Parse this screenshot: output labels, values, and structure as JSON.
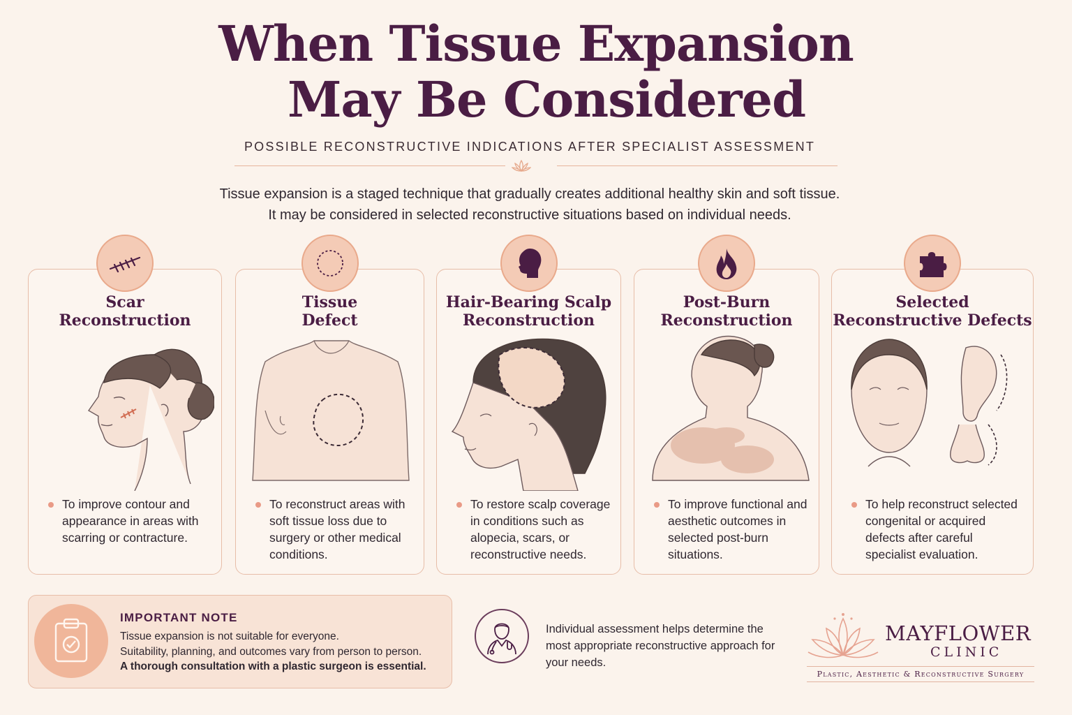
{
  "header": {
    "title_line1": "When Tissue Expansion",
    "title_line2": "May Be Considered",
    "subtitle": "POSSIBLE RECONSTRUCTIVE INDICATIONS AFTER SPECIALIST ASSESSMENT",
    "intro_line1": "Tissue expansion is a staged technique that gradually creates additional healthy skin and soft tissue.",
    "intro_line2": "It may be considered in selected reconstructive situations based on individual needs."
  },
  "cards": [
    {
      "title_line1": "Scar",
      "title_line2": "Reconstruction",
      "icon": "sutured-scar-icon",
      "text": "To improve contour and appearance in areas with scarring or contracture."
    },
    {
      "title_line1": "Tissue",
      "title_line2": "Defect",
      "icon": "dashed-circle-icon",
      "text": "To reconstruct areas with soft tissue loss due to surgery or other medical conditions."
    },
    {
      "title_line1": "Hair-Bearing Scalp",
      "title_line2": "Reconstruction",
      "icon": "head-silhouette-icon",
      "text": "To restore scalp coverage in conditions such as alopecia, scars, or reconstructive needs."
    },
    {
      "title_line1": "Post-Burn",
      "title_line2": "Reconstruction",
      "icon": "flame-icon",
      "text": "To improve functional and aesthetic outcomes in selected post-burn situations."
    },
    {
      "title_line1": "Selected",
      "title_line2": "Reconstructive Defects",
      "icon": "puzzle-piece-icon",
      "text": "To help reconstruct selected congenital or acquired defects after careful specialist evaluation."
    }
  ],
  "note": {
    "title": "IMPORTANT NOTE",
    "line1": "Tissue expansion is not suitable for everyone.",
    "line2": "Suitability, planning, and outcomes vary from person to person.",
    "line3": "A thorough consultation with a plastic surgeon is essential.",
    "icon": "clipboard-check-icon"
  },
  "assessment": {
    "icon": "doctor-icon",
    "text": "Individual assessment helps determine the most appropriate reconstructive approach for your needs."
  },
  "logo": {
    "name": "MAYFLOWER",
    "sub": "CLINIC",
    "tagline": "Plastic, Aesthetic & Reconstructive Surgery"
  },
  "colors": {
    "background": "#fbf3ec",
    "title": "#4a1d44",
    "accent": "#f4cbb6",
    "border": "#e7bda8",
    "bullet": "#e99a86"
  }
}
